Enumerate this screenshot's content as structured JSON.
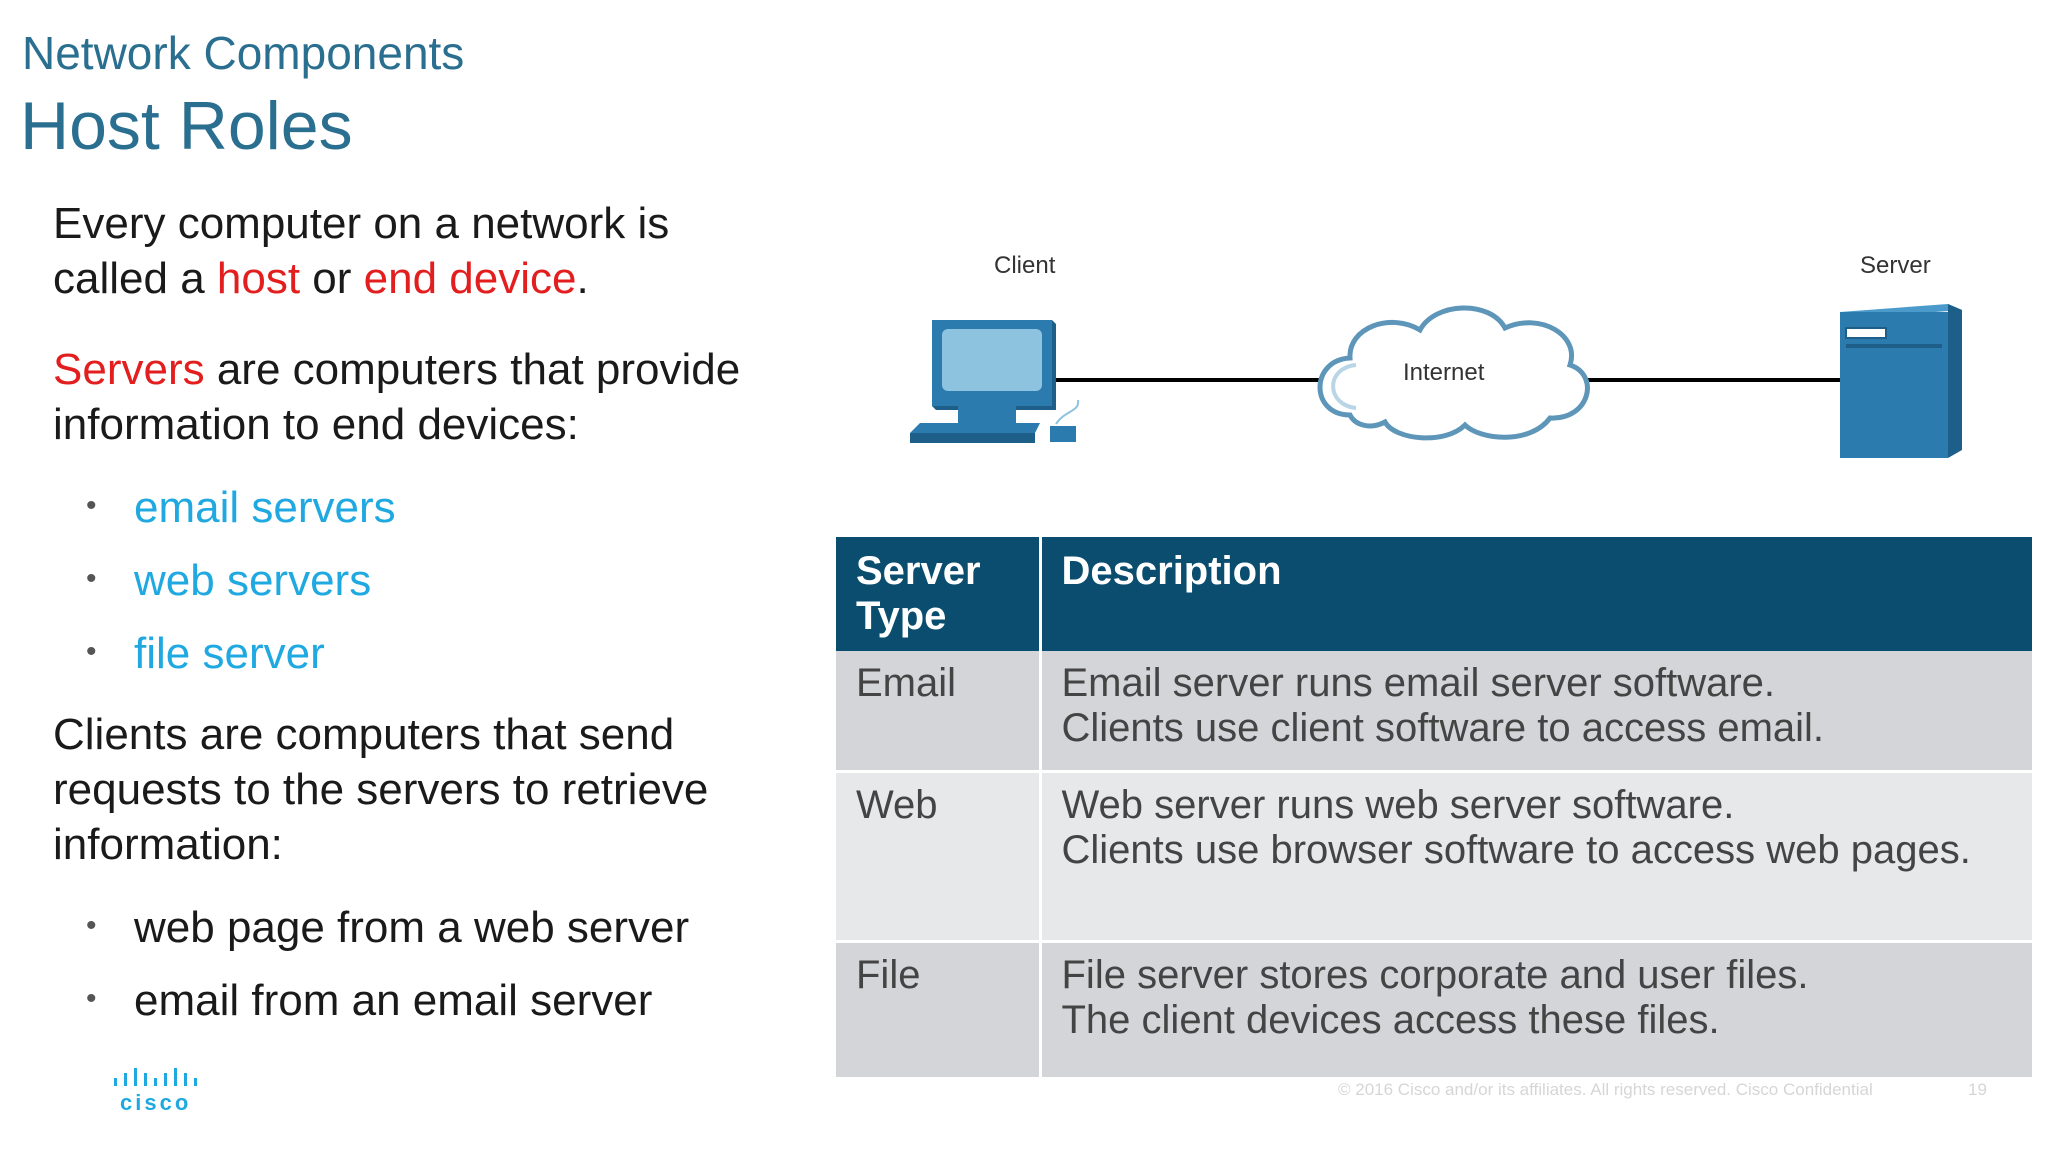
{
  "header": {
    "section": "Network Components",
    "title": "Host Roles"
  },
  "intro": {
    "p1_a": "Every computer on a network is",
    "p1_b": "called a ",
    "p1_host": "host",
    "p1_or": " or ",
    "p1_end_device": "end device",
    "p1_end": ".",
    "p2_servers": "Servers",
    "p2_a": " are computers that provide",
    "p2_b": "information to end devices:"
  },
  "server_bullets": [
    "email servers",
    "web servers",
    "file server"
  ],
  "clients": {
    "line1": "Clients are computers that send",
    "line2": "requests to the servers to retrieve",
    "line3": "information:"
  },
  "client_bullets": [
    "web page from a web server",
    "email from an email server"
  ],
  "diagram": {
    "client_label": "Client",
    "internet_label": "Internet",
    "server_label": "Server"
  },
  "table": {
    "headers": [
      "Server Type",
      "Description"
    ],
    "rows": [
      {
        "type": "Email",
        "line1": "Email server runs email server software.",
        "line2": "Clients use client software to access email."
      },
      {
        "type": "Web",
        "line1": "Web server runs web server software.",
        "line2": "Clients use browser software to access web pages."
      },
      {
        "type": "File",
        "line1": "File server stores corporate and user files.",
        "line2": "The client devices access these files."
      }
    ]
  },
  "footer": {
    "copyright": "© 2016  Cisco and/or its affiliates. All rights reserved.   Cisco Confidential",
    "page_number": "19",
    "logo_text": "cisco"
  },
  "colors": {
    "title": "#2a6f8f",
    "highlight_red": "#e31e1e",
    "highlight_blue": "#1fa9e0",
    "table_header": "#0a4d6e",
    "device_blue": "#2b7bae"
  }
}
